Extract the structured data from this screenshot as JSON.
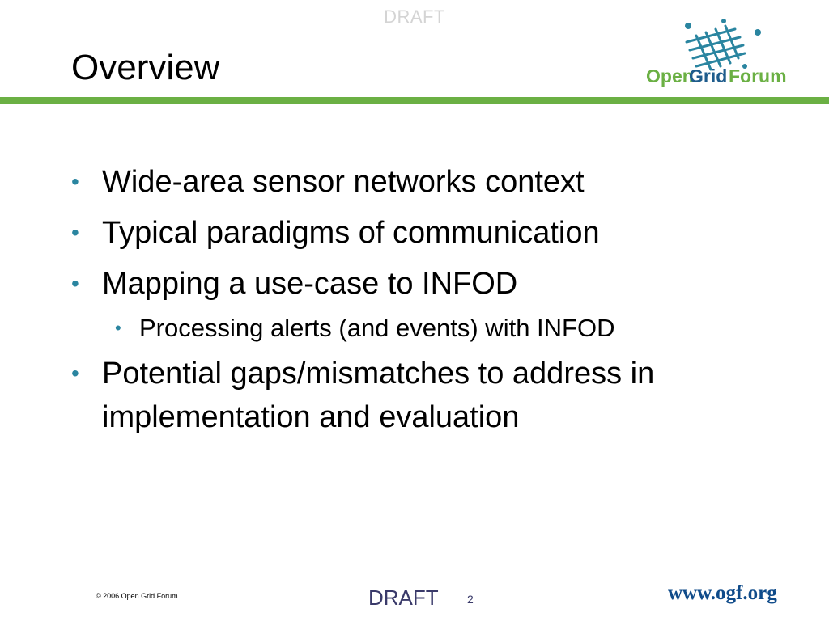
{
  "header": {
    "draft_mark": "DRAFT",
    "title": "Overview"
  },
  "logo": {
    "word_open": "Open",
    "word_grid": "Grid",
    "word_forum": "Forum",
    "colors": {
      "green": "#6bb044",
      "blue": "#2a85a0",
      "navy": "#1e5c8c"
    }
  },
  "bullets": [
    {
      "level": 1,
      "text": "Wide-area sensor networks context"
    },
    {
      "level": 1,
      "text": "Typical paradigms of communication"
    },
    {
      "level": 1,
      "text": "Mapping a use-case to INFOD"
    },
    {
      "level": 2,
      "text": "Processing alerts (and events) with INFOD"
    },
    {
      "level": 1,
      "text": "Potential gaps/mismatches to address in implementation and evaluation"
    }
  ],
  "bullet_glyph": "•",
  "footer": {
    "copyright": "© 2006 Open Grid Forum",
    "draft_mark": "DRAFT",
    "page_number": "2",
    "site_url": "www.ogf.org"
  },
  "colors": {
    "rule": "#6bb044",
    "bullet": "#2a85a0",
    "url": "#0f4b8a"
  }
}
